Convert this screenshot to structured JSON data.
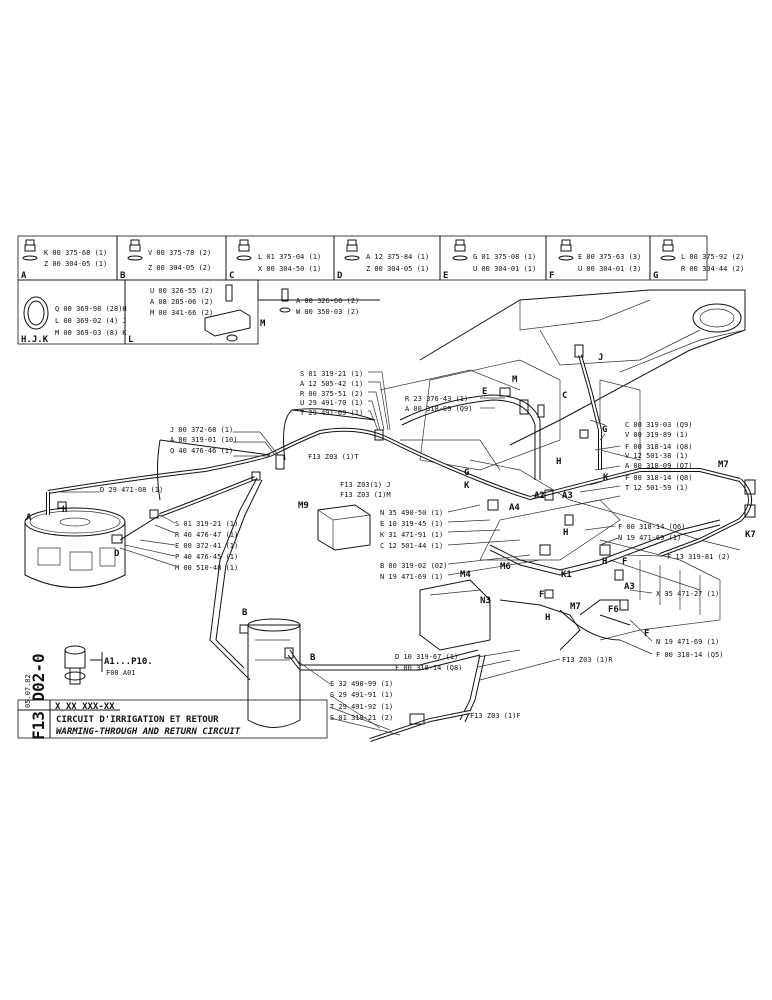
{
  "drawing_code": "F13 D02-0",
  "title_fr": "CIRCUIT D'IRRIGATION ET RETOUR",
  "title_en": "WARMING-THROUGH AND RETURN CIRCUIT",
  "ref_code": "X XX XXX-XX",
  "date": "05.07.82",
  "a_series": {
    "ref": "A1...P10.",
    "sub": "F00 A01"
  },
  "kits": [
    {
      "letter": "A",
      "line1": "K 00 375-68 (1)",
      "line2": "Z 00 304-05 (1)"
    },
    {
      "letter": "B",
      "line1": "V 00 375-78 (2)",
      "line2": "Z 00 304-05 (2)"
    },
    {
      "letter": "C",
      "line1": "L 01 375-04 (1)",
      "line2": "X 00 304-50 (1)"
    },
    {
      "letter": "D",
      "line1": "A 12 375-84 (1)",
      "line2": "Z 00 304-05 (1)"
    },
    {
      "letter": "E",
      "line1": "G 01 375-08 (1)",
      "line2": "U 00 304-01 (1)"
    },
    {
      "letter": "F",
      "line1": "E 00 375-63 (3)",
      "line2": "U 00 304-01 (3)"
    },
    {
      "letter": "G",
      "line1": "L 00 375-92 (2)",
      "line2": "R 00 304-44 (2)"
    }
  ],
  "kit_hjk": {
    "letter": "H.J.K",
    "lines": [
      "Q 00 369-98 (28)H",
      "L 00 369-02 (4) J",
      "M 00 369-03 (8) K"
    ]
  },
  "kit_l": {
    "letter": "L",
    "lines": [
      "U 00 326-55 (2)",
      "A 08 285-06 (2)",
      "M 00 341-66 (2)"
    ]
  },
  "kit_m": {
    "letter": "M",
    "lines": [
      "A 00 326-60 (2)",
      "W 00 350-03 (2)"
    ]
  },
  "left_top_parts": [
    "S 01 319-21 (1)",
    "A 12 505-42 (1)",
    "R 00 375-51 (2)",
    "U 29 491-70 (1)",
    "T 29 491-69 (1)"
  ],
  "left_mid_parts": [
    "J 00 372-68 (1)",
    "A 00 319-01 (10)",
    "Q 40 476-46 (1)"
  ],
  "d_line": "D 29 471-08 (1)",
  "s_stack": [
    "S 01 319-21 (1)",
    "R 40 476-47 (1)",
    "E 00 372-41 (1)",
    "P 40 476-45 (1)",
    "M 00 510-48 (1)"
  ],
  "refs_t": "F13 Z03 (1)T",
  "refs_j": "F13 Z03(1) J",
  "refs_m": "F13 Z03 (1)M",
  "refs_r": "F13 Z03 (1)R",
  "refs_f": "F13 Z03 (1)F",
  "center_parts": [
    "N 35 490-50 (1)",
    "E 10 319-45 (1)",
    "K 31 471-91 (1)",
    "C 12 501-44 (1)",
    "B 00 319-02 (02)",
    "N 19 471-69 (1)"
  ],
  "top_center_parts": [
    "R 23 376-43 (1)",
    "A 00 318-09 (Q9)"
  ],
  "right_parts": [
    "C 00 319-03 (Q9)",
    "V 00 319-89 (1)",
    "F 00 318-14 (Q8)",
    "V 12 501-38 (1)",
    "A 00 318-09 (Q7)",
    "F 00 318-14 (Q8)",
    "T 12 501-59 (1)"
  ],
  "right_lower": [
    "F 00 318-14 (Q6)",
    "N 19 471-69 (1)",
    "F 13 319-81 (2)",
    "X 35 471-27 (1)",
    "N 19 471-69 (1)",
    "F 00 318-14 (Q5)"
  ],
  "d10_parts": [
    "D 10 319-67 (1)",
    "F 00 318-14 (Q8)"
  ],
  "bottom_parts": [
    "E 32 490-99 (1)",
    "S 29 491-91 (1)",
    "T 29 491-92 (1)",
    "S 01 319-21 (2)"
  ],
  "callouts": {
    "A": "A",
    "B": "B",
    "C": "C",
    "D": "D",
    "E": "E",
    "F": "F",
    "G": "G",
    "H": "H",
    "J": "J",
    "K": "K",
    "M": "M",
    "A2": "A2",
    "A3": "A3",
    "A4": "A4",
    "K1": "K1",
    "K7": "K7",
    "M4": "M4",
    "M6": "M6",
    "M7": "M7",
    "M9": "M9",
    "N3": "N3",
    "F6": "F6"
  }
}
